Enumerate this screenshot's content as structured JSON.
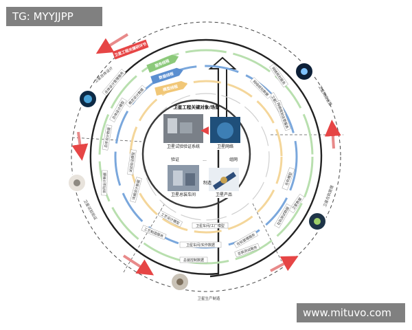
{
  "watermarks": {
    "top_left": "TG: MYYJJPP",
    "bottom_right": "www.mituvo.com"
  },
  "center": {
    "title": "卫星工程关键对象/场景",
    "panels": [
      "卫星试验验证系统",
      "卫星网络",
      "卫星总装车间",
      "卫星产品"
    ],
    "cycle": [
      "验证",
      "组网",
      "制造"
    ],
    "ellipsis": "..."
  },
  "pointer_banner": "卫星工程关键研环节",
  "ribbons": [
    "服务线程",
    "数据线程",
    "模型线程"
  ],
  "phases": [
    "卫星总体设计",
    "卫星网络运营",
    "卫星在轨管理",
    "卫星生产制造",
    "卫星试验验证"
  ],
  "rings": {
    "ring1": [
      "总体设计模型",
      "卫星网络模型",
      "在轨模型",
      "卫星车间/工厂模型",
      "工艺设计模型",
      "试验验证模型"
    ],
    "ring2": [
      "概念设计数据",
      "网络规划数据",
      "卫星数据",
      "卫星车间/实作数据",
      "详细设计数据"
    ],
    "ring3": [
      "总体设计管理服务",
      "网络规划服务",
      "在轨管理服务",
      "总装测试服务",
      "工艺制造服务",
      "总体设计数据"
    ],
    "ring4": [
      "网络规划运营服务",
      "在轨测试数据",
      "总装控制数据",
      "协同设计数据"
    ]
  },
  "colors": {
    "service": "#8cc97a",
    "data": "#5b8fd0",
    "model": "#f1c777",
    "pointer": "#e64545",
    "ring": "#333333"
  }
}
